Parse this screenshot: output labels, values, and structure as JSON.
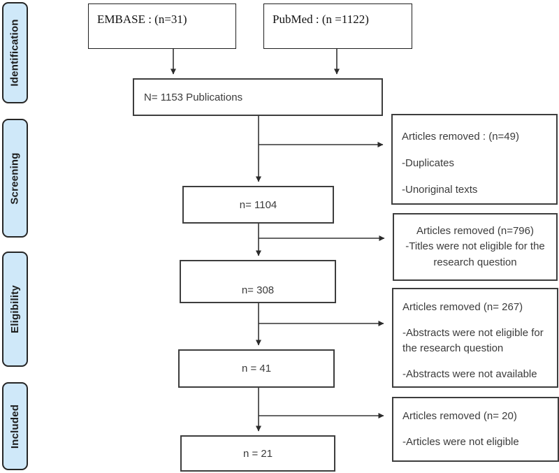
{
  "colors": {
    "stage_fill": "#cfe8f9",
    "stage_border": "#262626",
    "box_border": "#3d3d3d",
    "text": "#3b3b3b",
    "arrow": "#333333"
  },
  "stages": [
    {
      "label": "Identification"
    },
    {
      "label": "Screening"
    },
    {
      "label": "Eligibility"
    },
    {
      "label": "Included"
    }
  ],
  "sources": [
    {
      "label": "EMBASE : (n=31)"
    },
    {
      "label": "PubMed : (n =1122)"
    }
  ],
  "flow_boxes": [
    {
      "label": "N= 1153 Publications"
    },
    {
      "label": "n= 1104"
    },
    {
      "label": "n= 308"
    },
    {
      "label": "n = 41"
    },
    {
      "label": "n = 21"
    }
  ],
  "removal_boxes": [
    {
      "title": "Articles removed : (n=49)",
      "items": [
        "-Duplicates",
        "-Unoriginal texts"
      ]
    },
    {
      "title": "Articles removed (n=796)",
      "items": [
        "-Titles were not eligible for the research question"
      ]
    },
    {
      "title": "Articles removed (n= 267)",
      "items": [
        "-Abstracts were not eligible for the research question",
        "-Abstracts were not available"
      ]
    },
    {
      "title": "Articles removed (n= 20)",
      "items": [
        "-Articles were not eligible"
      ]
    }
  ]
}
